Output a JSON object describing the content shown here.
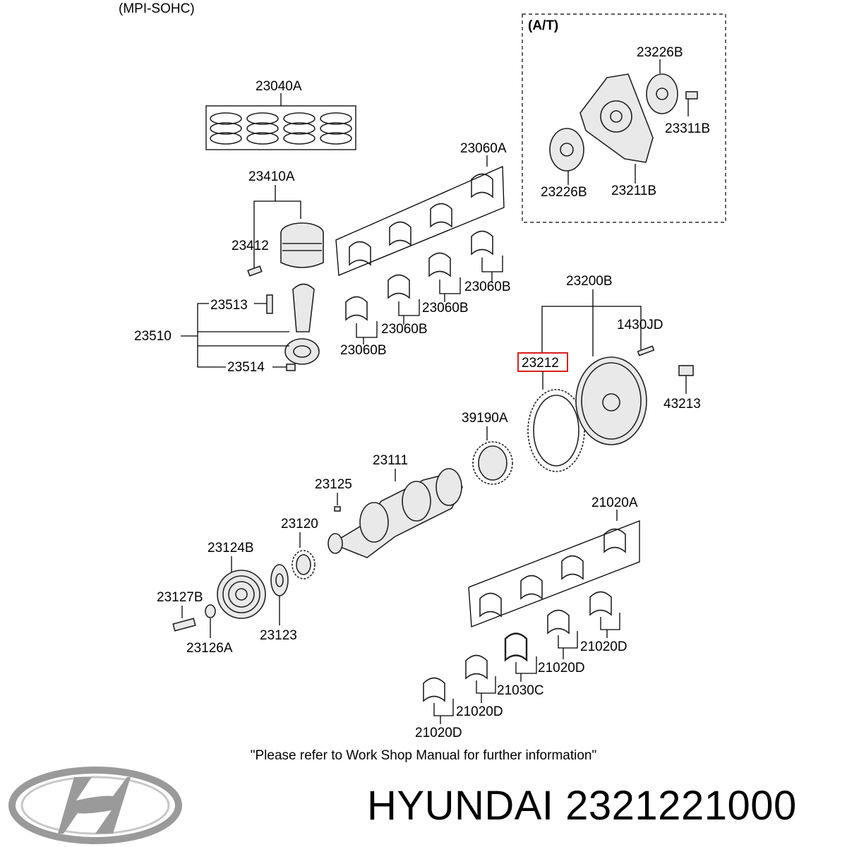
{
  "header": {
    "variant": "(MPI-SOHC)"
  },
  "inset": {
    "title": "(A/T)"
  },
  "labels": {
    "rings": "23040A",
    "piston": "23410A",
    "pin": "23412",
    "rod_bolt": "23513",
    "rod_assy": "23510",
    "rod_nut": "23514",
    "rod_bearing_set": "23060A",
    "rod_bearing_1": "23060B",
    "rod_bearing_2": "23060B",
    "rod_bearing_3": "23060B",
    "rod_bearing_4": "23060B",
    "at_plate_top": "23226B",
    "at_bolt": "23311B",
    "at_plate_bottom": "23226B",
    "at_drive_plate": "23211B",
    "flywheel_assy": "23200B",
    "dowel": "1430JD",
    "ring_gear": "23212",
    "flywheel_bolt": "43213",
    "sensor_wheel": "39190A",
    "crankshaft": "23111",
    "crank_key": "23125",
    "sprocket": "23120",
    "damper": "23124B",
    "damper_bolt": "23127B",
    "washer": "23126A",
    "flange": "23123",
    "main_bearing_set": "21020A",
    "main_bearing_1": "21020D",
    "main_bearing_2": "21020D",
    "thrust_bearing": "21030C",
    "main_bearing_3": "21020D",
    "main_bearing_4": "21020D"
  },
  "highlight": {
    "part": "23212",
    "color": "#d62020"
  },
  "footer": {
    "note": "\"Please refer to Work Shop Manual for further information\"",
    "brand": "HYUNDAI",
    "part_number": "2321221000"
  },
  "logo": {
    "name": "hyundai-logo",
    "color": "#9a9a9a"
  }
}
